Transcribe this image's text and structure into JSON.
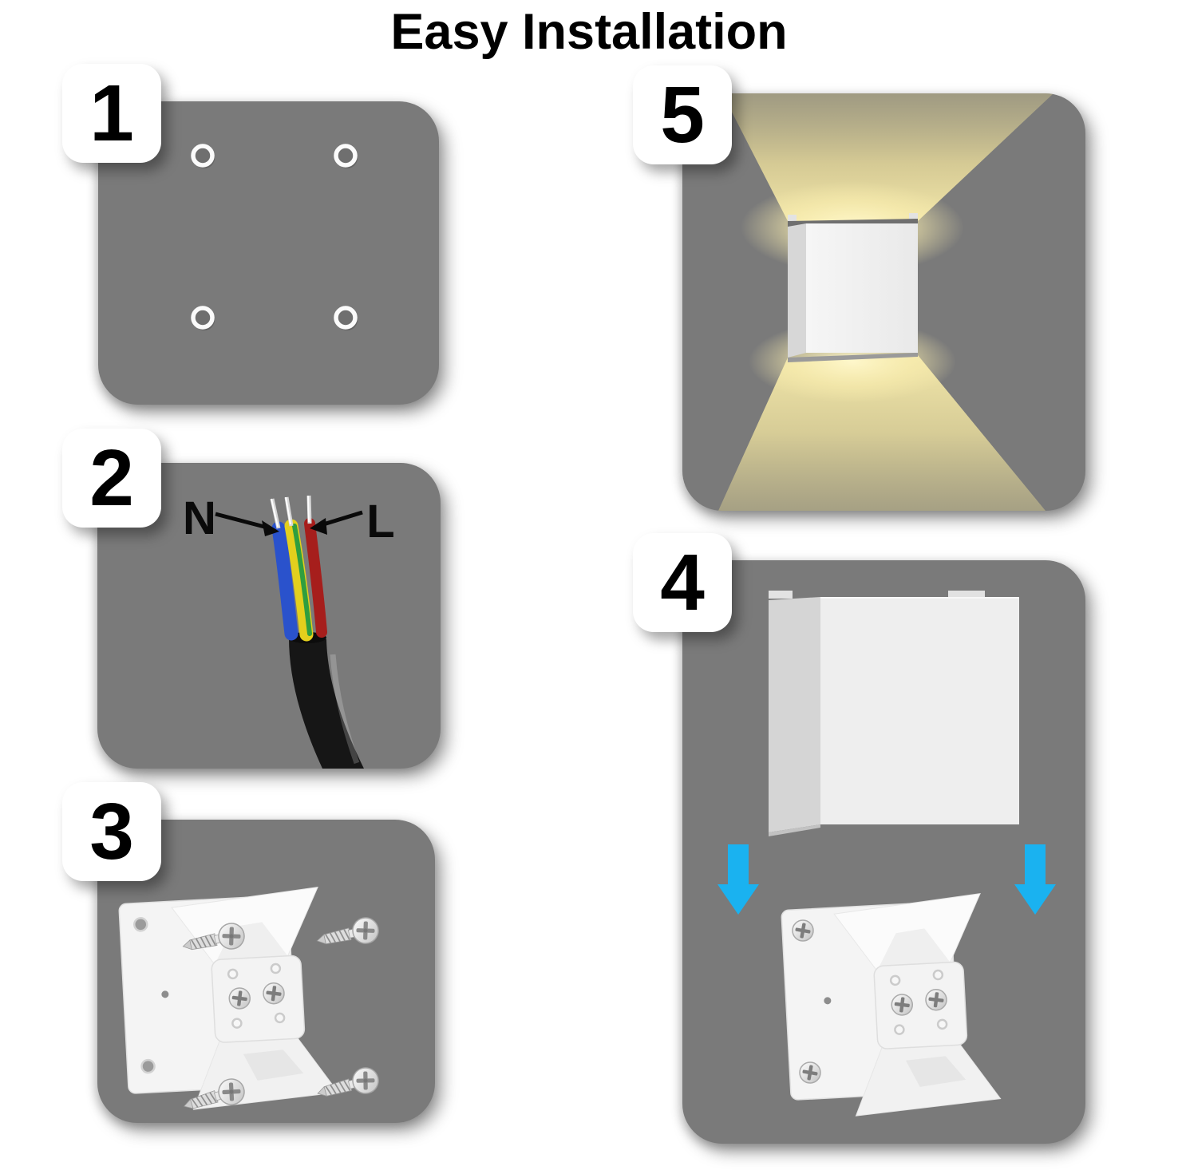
{
  "title": "Easy Installation",
  "steps": [
    {
      "number": "1"
    },
    {
      "number": "2"
    },
    {
      "number": "3"
    },
    {
      "number": "5"
    },
    {
      "number": "4"
    }
  ],
  "wiring": {
    "neutral_label": "N",
    "live_label": "L"
  },
  "colors": {
    "panel_gray": "#7a7a7a",
    "arrow_blue": "#1ab2f0",
    "wire_blue": "#2a52cc",
    "wire_yellow": "#e3cf1d",
    "wire_green": "#2f9e3f",
    "wire_red": "#a61e1c",
    "cable_black": "#161616",
    "light_warm": "#f2e29e"
  }
}
